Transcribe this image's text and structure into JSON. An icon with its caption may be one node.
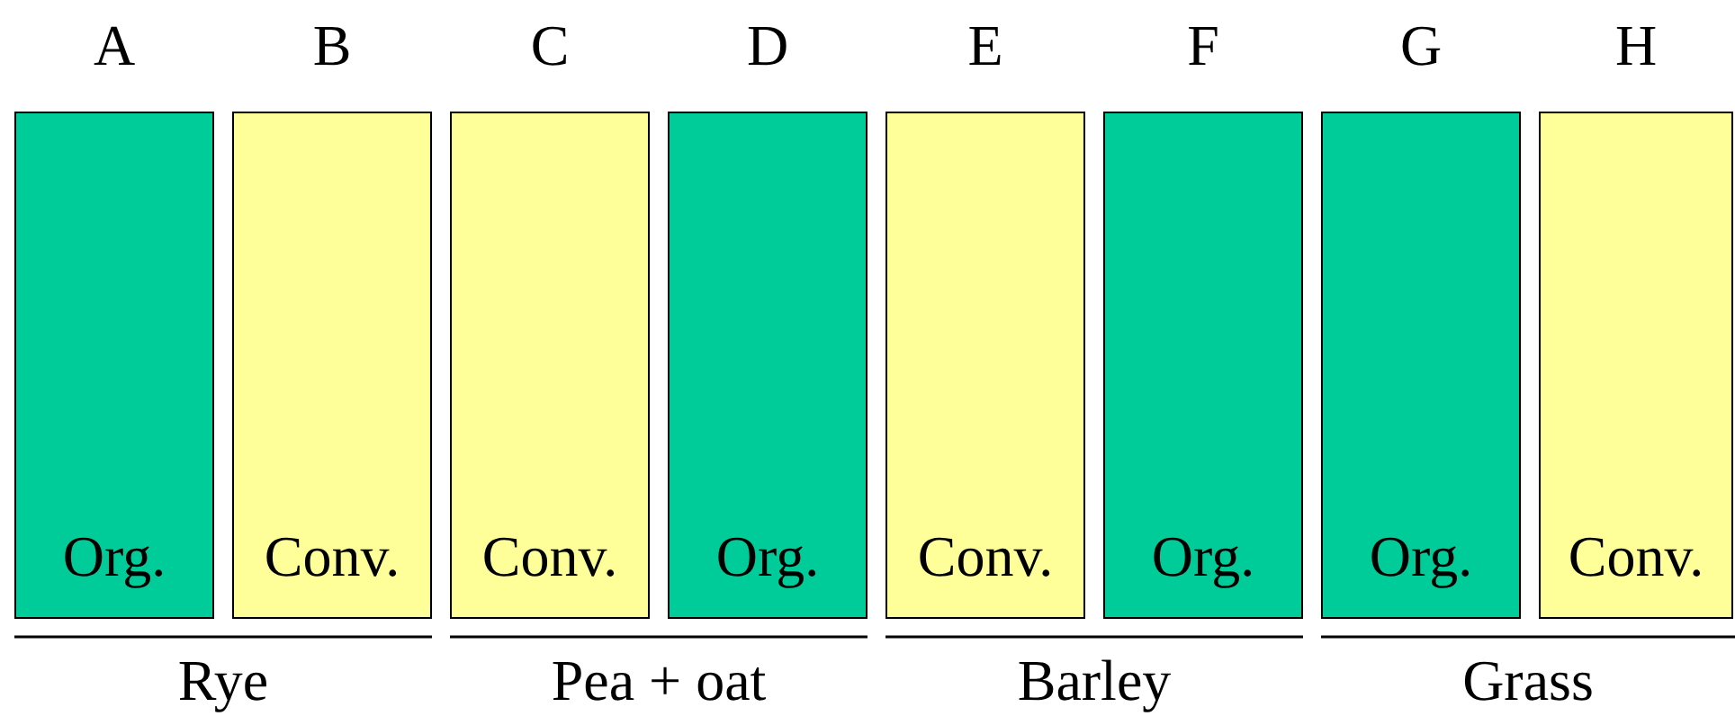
{
  "diagram": {
    "nodes": [
      {
        "text": [
          "A",
          "Org."
        ]
      },
      {
        "text": [
          "B",
          "Conv."
        ]
      },
      {
        "text": [
          "C",
          "Conv."
        ]
      },
      {
        "text": [
          "D",
          "Org."
        ]
      },
      {
        "text": [
          "E",
          "Conv."
        ]
      },
      {
        "text": [
          "F",
          "Org."
        ]
      },
      {
        "text": [
          "G",
          "Org."
        ]
      },
      {
        "text": [
          "H",
          "Conv."
        ]
      }
    ],
    "labels": [
      "Rye",
      "Pea + oat",
      "Barley",
      "Grass"
    ]
  }
}
